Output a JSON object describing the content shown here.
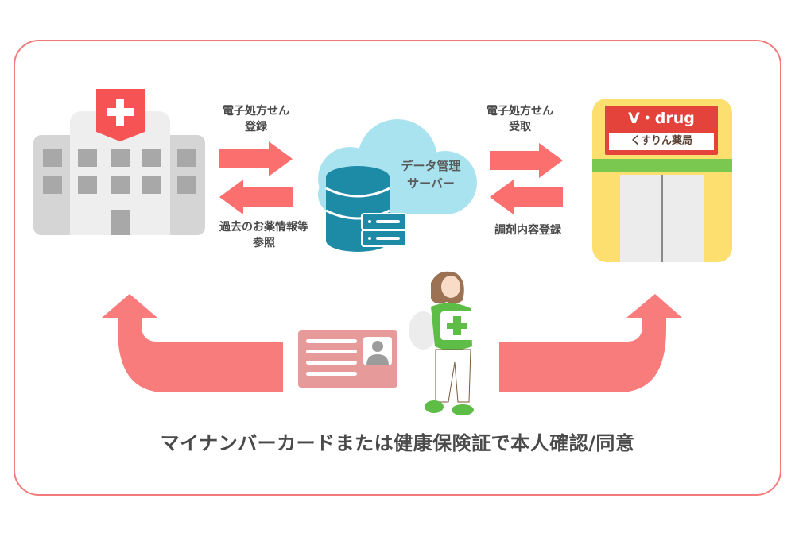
{
  "diagram": {
    "hospital": {
      "icon": "hospital-icon"
    },
    "arrows_left": {
      "top_label": [
        "電子処方せん",
        "登録"
      ],
      "bottom_label": [
        "過去のお薬情報等",
        "参照"
      ]
    },
    "server": {
      "icon": "cloud-database-icon",
      "label": [
        "データ管理",
        "サーバー"
      ]
    },
    "arrows_right": {
      "top_label": [
        "電子処方せん",
        "受取"
      ],
      "bottom_label": [
        "調剤内容登録"
      ]
    },
    "pharmacy": {
      "icon": "pharmacy-store-icon",
      "brand": "V・drug",
      "name": "くすりん薬局"
    },
    "id_card": {
      "icon": "id-card-icon"
    },
    "patient": {
      "icon": "patient-woman-illustration"
    },
    "caption": "マイナンバーカードまたは健康保険証で本人確認/同意"
  },
  "colors": {
    "frame": "#f47b7b",
    "arrow": "#fb6f6f",
    "curved_arrow": "#f97c7c",
    "hospital_sign": "#f65454",
    "cloud": "#a8e3ef",
    "database": "#1d8aa6",
    "pharmacy_wall": "#fddf6f",
    "pharmacy_stripe": "#7bc851",
    "pharmacy_sign": "#e3433a",
    "card": "#e79a9a",
    "text": "#4a4a4a"
  }
}
